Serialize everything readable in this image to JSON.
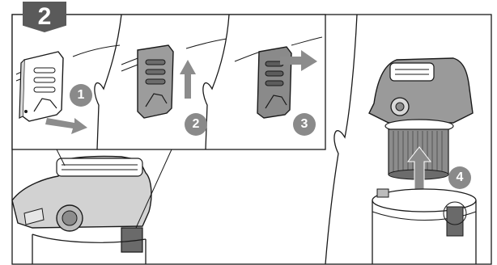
{
  "step": {
    "number": "2"
  },
  "callouts": [
    {
      "id": "c1",
      "label": "1"
    },
    {
      "id": "c2",
      "label": "2"
    },
    {
      "id": "c3",
      "label": "3"
    },
    {
      "id": "c4",
      "label": "4"
    }
  ],
  "colors": {
    "badge": "#5a5a5a",
    "callout": "#8a8a8a",
    "arrow": "#8c8c8c",
    "line": "#1a1a1a"
  }
}
